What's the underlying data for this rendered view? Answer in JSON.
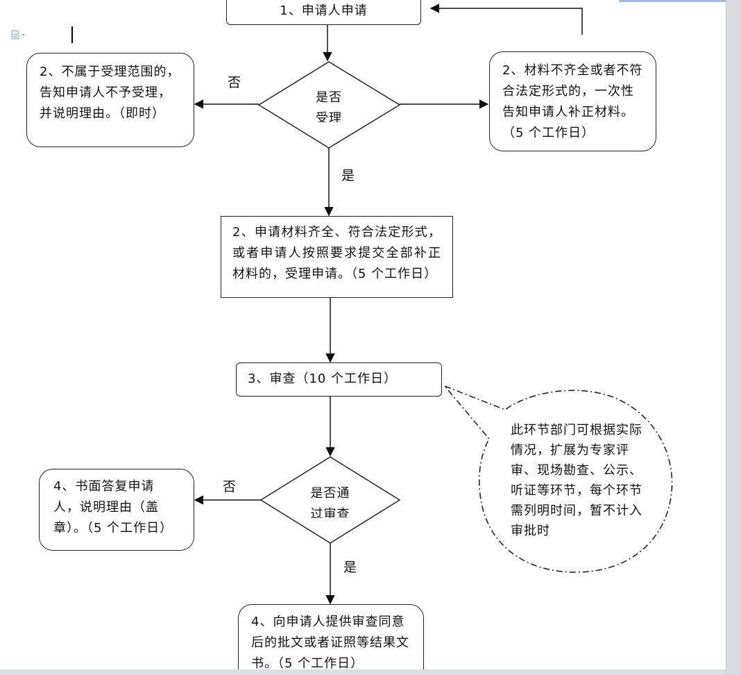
{
  "nodes": {
    "apply": "1、申请人申请",
    "reject_scope": "2、不属于受理范围的，告知申请人不予受理，并说明理由。（即时）",
    "decide_accept": "是否受理",
    "incomplete": "2、材料不齐全或者不符合法定形式的，一次性告知申请人补正材料。（5 个工作日）",
    "accept": "2、申请材料齐全、符合法定形式，或者申请人按照要求提交全部补正材料的，受理申请。（5 个工作日）",
    "review": "3、审查（10 个工作日）",
    "decide_pass": "是否通过审查",
    "reply_reject": "4、书面答复申请人，说明理由（盖章）。（5 个工作日）",
    "approve_docs": "4、向申请人提供审查同意后的批文或者证照等结果文书。（5 个工作日）",
    "note": "此环节部门可根据实际情况，扩展为专家评审、现场勘查、公示、听证等环节，每个环节需列明时间，暂不计入审批时"
  },
  "edge_labels": {
    "no1": "否",
    "yes1": "是",
    "no2": "否",
    "yes2": "是"
  }
}
